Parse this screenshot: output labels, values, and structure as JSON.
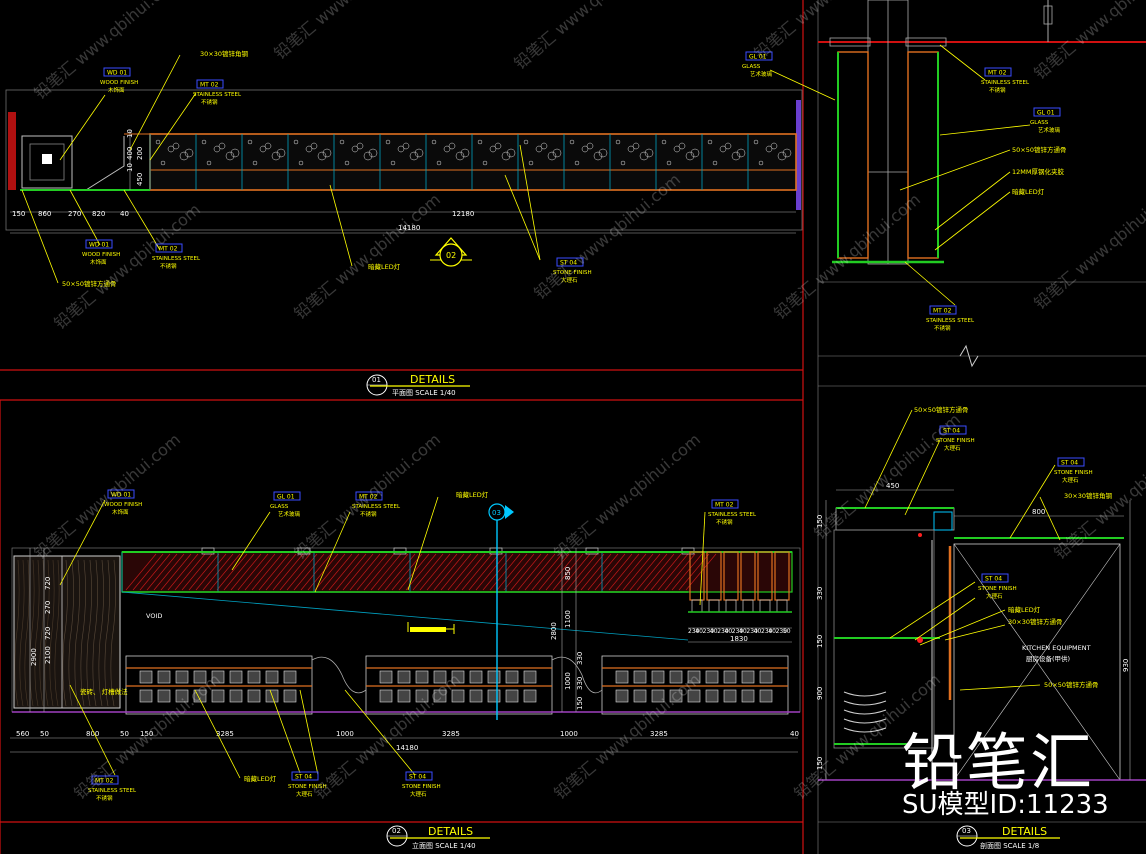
{
  "colors": {
    "frame": "#d01010",
    "leader": "#ffff00",
    "tag": "#3a4cff",
    "orange": "#e07020",
    "green": "#22cc22",
    "cyan": "#00c8ff",
    "red_hatch": "#c01818"
  },
  "panel_plan": {
    "tags": [
      {
        "code": "WD 01",
        "name": "WOOD FINISH",
        "cn": "木饰面"
      },
      {
        "code": "MT 02",
        "name": "STAINLESS STEEL",
        "cn": "不锈钢"
      },
      {
        "code": "WD 01",
        "name": "WOOD FINISH",
        "cn": "木饰面"
      },
      {
        "code": "MT 02",
        "name": "STAINLESS STEEL",
        "cn": "不锈钢"
      },
      {
        "code": "ST 04",
        "name": "STONE FINISH",
        "cn": "大理石"
      }
    ],
    "notes": {
      "top_angle": "30×30镀锌角钢",
      "left_square": "50×50镀锌方通骨",
      "led": "暗藏LED灯"
    },
    "dims_top": [
      "10",
      "400",
      "10"
    ],
    "dims_bottom": [
      "150",
      "860",
      "270",
      "820",
      "40",
      "12180"
    ],
    "dims_small": [
      "200",
      "450"
    ],
    "total": "14180",
    "section_mark": "02",
    "title": "DETAILS",
    "num": "01",
    "subtitle": "平面图  SCALE 1/40"
  },
  "panel_section": {
    "tags": [
      {
        "code": "GL 01",
        "name": "GLASS",
        "cn": "艺术玻璃"
      },
      {
        "code": "MT 02",
        "name": "STAINLESS STEEL",
        "cn": "不锈钢"
      },
      {
        "code": "GL 01",
        "name": "GLASS",
        "cn": "艺术玻璃"
      },
      {
        "code": "MT 02",
        "name": "STAINLESS STEEL",
        "cn": "不锈钢"
      }
    ],
    "notes": {
      "square": "50×50镀锌方通骨",
      "glass": "12MM厚钢化夹胶",
      "led": "暗藏LED灯"
    }
  },
  "panel_elevation": {
    "tags": [
      {
        "code": "WD 01",
        "name": "WOOD FINISH",
        "cn": "木饰面"
      },
      {
        "code": "GL 01",
        "name": "GLASS",
        "cn": "艺术玻璃"
      },
      {
        "code": "MT 02",
        "name": "STAINLESS STEEL",
        "cn": "不锈钢"
      },
      {
        "code": "MT 02",
        "name": "STAINLESS STEEL",
        "cn": "不锈钢"
      },
      {
        "code": "MT 02",
        "name": "STAINLESS STEEL",
        "cn": "不锈钢"
      },
      {
        "code": "ST 04",
        "name": "STONE FINISH",
        "cn": "大理石"
      },
      {
        "code": "ST 04",
        "name": "STONE FINISH",
        "cn": "大理石"
      }
    ],
    "notes": {
      "led_top": "暗藏LED灯",
      "led_bottom": "暗藏LED灯",
      "void": "VOID",
      "equip": "瓷砖、 灯槽做法"
    },
    "dims_left": [
      "2900",
      "2100",
      "720",
      "270",
      "720"
    ],
    "dims_right": [
      "850",
      "2800",
      "1100",
      "1000",
      "330",
      "330",
      "150"
    ],
    "dims_bottom": [
      "560",
      "50",
      "800",
      "50",
      "150",
      "3285",
      "1000",
      "3285",
      "1000",
      "3285",
      "40"
    ],
    "dims_shelf": [
      "230",
      "40",
      "230",
      "40",
      "230",
      "40",
      "230",
      "40",
      "230",
      "40",
      "230",
      "40",
      "230",
      "50"
    ],
    "shelf_total": "1830",
    "total": "14180",
    "section_mark": "03",
    "title": "DETAILS",
    "num": "02",
    "subtitle": "立面图  SCALE 1/40"
  },
  "panel_kitchen": {
    "tags": [
      {
        "code": "ST 04",
        "name": "STONE FINISH",
        "cn": "大理石"
      },
      {
        "code": "ST 04",
        "name": "STONE FINISH",
        "cn": "大理石"
      },
      {
        "code": "ST 04",
        "name": "STONE FINISH",
        "cn": "大理石"
      }
    ],
    "notes": {
      "n1": "50×50镀锌方通骨",
      "n2": "30×30镀锌角钢",
      "n3": "暗藏LED灯",
      "n4": "30×30镀锌方通骨",
      "n5": "50×50镀锌方通骨",
      "kitchen": "KITCHEN EQUIPMENT",
      "kitchen_cn": "厨房设备(甲供)"
    },
    "dims_top": [
      "450",
      "800"
    ],
    "dims_left": [
      "150",
      "330",
      "150",
      "900",
      "150"
    ],
    "dim_right": "930",
    "title": "DETAILS",
    "num": "03",
    "subtitle": "剖面图  SCALE 1/8"
  },
  "watermark": {
    "brand": "铅笔汇",
    "id": "SU模型ID:11233",
    "repeat": "铅笔汇 www.qbihui.com"
  }
}
